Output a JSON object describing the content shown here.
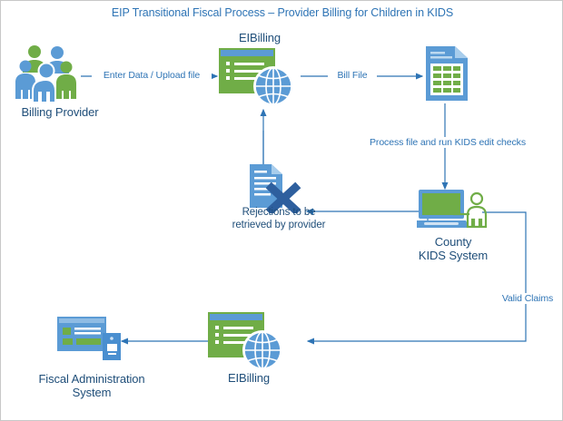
{
  "diagram": {
    "title": "EIP Transitional Fiscal Process – Provider Billing for Children in KIDS",
    "type": "flowchart",
    "palette": {
      "green": "#70ad47",
      "green_dark": "#5a9635",
      "blue": "#5b9bd5",
      "blue_dark": "#2e5f9e",
      "navy": "#1f4e79",
      "label_blue": "#2e74b5",
      "background": "#ffffff",
      "border": "#c8c8c8"
    },
    "nodes": [
      {
        "id": "billing-provider",
        "label": "Billing Provider",
        "icon": "people-group-icon"
      },
      {
        "id": "eibilling-top",
        "label": "EIBilling",
        "icon": "web-application-globe-icon"
      },
      {
        "id": "kids-bill-file",
        "label": "",
        "icon": "spreadsheet-document-icon"
      },
      {
        "id": "county-kids-system",
        "label": "County\nKIDS System",
        "icon": "laptop-user-icon"
      },
      {
        "id": "rejections",
        "label": "Rejections to be\nretrieved by provider",
        "icon": "document-x-icon"
      },
      {
        "id": "eibilling-bottom",
        "label": "EIBilling",
        "icon": "web-application-globe-icon"
      },
      {
        "id": "fiscal-administration-system",
        "label": "Fiscal Administration\nSystem",
        "icon": "window-device-icon"
      }
    ],
    "edges": [
      {
        "id": "enter-data",
        "label": "Enter Data / Upload file",
        "from": "billing-provider",
        "to": "eibilling-top"
      },
      {
        "id": "bill-file",
        "label": "Bill File",
        "from": "eibilling-top",
        "to": "kids-bill-file"
      },
      {
        "id": "process-file",
        "label": "Process file and run KIDS edit checks",
        "from": "kids-bill-file",
        "to": "county-kids-system"
      },
      {
        "id": "rejections-return",
        "label": "",
        "from": "county-kids-system",
        "to": "rejections"
      },
      {
        "id": "rejections-to-eibilling",
        "label": "",
        "from": "rejections",
        "to": "eibilling-top"
      },
      {
        "id": "valid-claims",
        "label": "Valid Claims",
        "from": "county-kids-system",
        "to": "eibilling-bottom"
      },
      {
        "id": "to-fiscal-admin",
        "label": "",
        "from": "eibilling-bottom",
        "to": "fiscal-administration-system"
      }
    ]
  }
}
